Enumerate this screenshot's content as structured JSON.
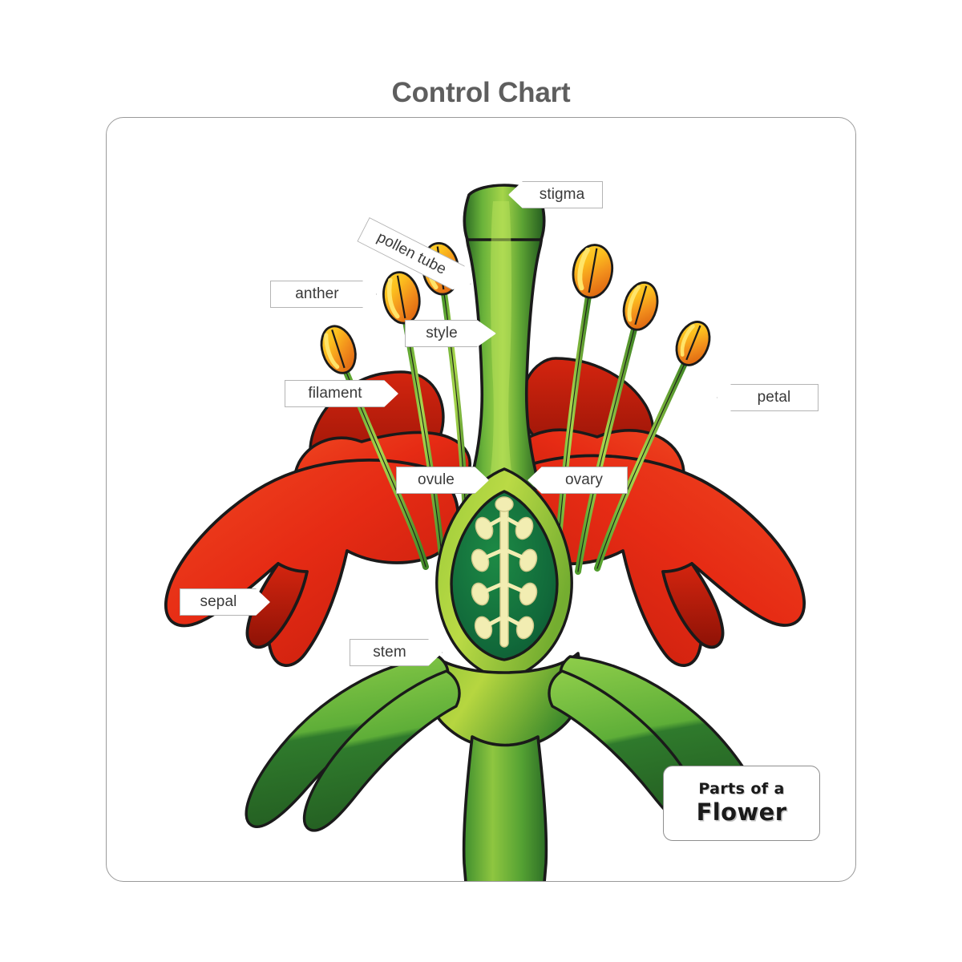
{
  "header": {
    "title": "Control Chart"
  },
  "caption": {
    "line1": "Parts of a",
    "line2": "Flower"
  },
  "diagram": {
    "subject": "flower-cross-section",
    "colors": {
      "petal_red": "#e8311a",
      "petal_red_dark": "#a81408",
      "sepal_light_green": "#7cc242",
      "sepal_dark_green": "#2e7d32",
      "stem_green": "#3f9c35",
      "ovary_outer_green": "#9ccc3c",
      "ovary_inner_green": "#14723a",
      "ovule_cream": "#f2edb2",
      "anther_orange": "#f08020",
      "anther_yellow": "#ffd02a",
      "filament_green": "#8dc63f",
      "outline_black": "#1a1a1a",
      "label_border": "#b4b4b4",
      "card_border": "#9a9a9a",
      "title_gray": "#5e5e5e"
    },
    "labels": [
      {
        "id": "stigma",
        "text": "stigma",
        "pointer": "left"
      },
      {
        "id": "pollen-tube",
        "text": "pollen tube",
        "pointer": "right"
      },
      {
        "id": "anther",
        "text": "anther",
        "pointer": "right"
      },
      {
        "id": "style",
        "text": "style",
        "pointer": "right"
      },
      {
        "id": "filament",
        "text": "filament",
        "pointer": "right"
      },
      {
        "id": "petal",
        "text": "petal",
        "pointer": "left"
      },
      {
        "id": "ovule",
        "text": "ovule",
        "pointer": "right"
      },
      {
        "id": "ovary",
        "text": "ovary",
        "pointer": "left"
      },
      {
        "id": "sepal",
        "text": "sepal",
        "pointer": "right"
      },
      {
        "id": "stem",
        "text": "stem",
        "pointer": "right"
      }
    ]
  }
}
